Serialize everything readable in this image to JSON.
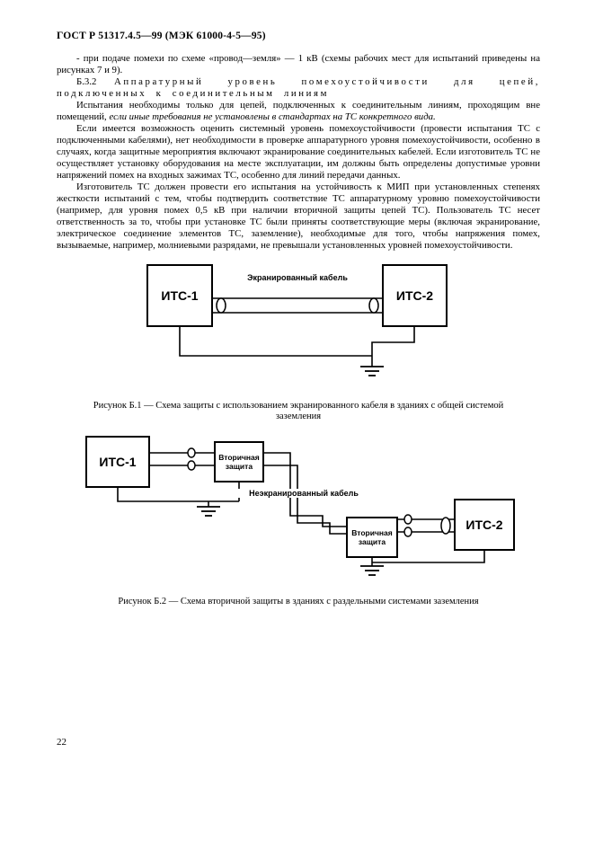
{
  "header": {
    "title": "ГОСТ Р 51317.4.5—99 (МЭК 61000-4-5—95)"
  },
  "body": {
    "para_intro": "- при подаче помехи по схеме «провод—земля» — 1 кВ (схемы рабочих мест для испытаний приведены на рисунках 7 и 9).",
    "heading_num": "Б.3.2",
    "heading_text": "Аппаратурный уровень помехоустойчивости для цепей, подключенных к соединительным линиям",
    "para_lines_normal": "Испытания необходимы только для цепей, подключенных к соединительным линиям, проходящим вне помещений, ",
    "para_lines_italic": "если иные требования не установлены в стандартах на ТС конкретного вида.",
    "para_system": "Если имеется возможность оценить системный уровень помехоустойчивости (провести испытания ТС с подключенными кабелями), нет необходимости в проверке аппаратурного уровня помехоустойчивости, особенно в случаях, когда защитные мероприятия включают экранирование соединительных кабелей. Если изготовитель ТС не осуществляет установку оборудования на месте эксплуатации, им должны быть определены допустимые уровни напряжений помех на входных зажимах ТС, особенно для линий передачи данных.",
    "para_manufacturer": "Изготовитель ТС должен провести его испытания на устойчивость к МИП при установленных степенях жесткости испытаний с тем, чтобы подтвердить соответствие ТС аппаратурному уровню помехоустойчивости (например, для уровня помех 0,5 кВ при наличии вторичной защиты цепей ТС). Пользователь ТС несет ответственность за то, чтобы при установке ТС были приняты соответствующие меры (включая экранирование, электрическое соединение элементов ТС, заземление), необходимые для того, чтобы напряжения помех, вызываемые, например, молниевыми разрядами, не превышали установленных уровней помехоустойчивости."
  },
  "figure1": {
    "device1": "ИТС-1",
    "device2": "ИТС-2",
    "cable_label": "Экранированный кабель",
    "caption": "Рисунок Б.1 — Схема защиты с использованием экранированного кабеля в зданиях с общей системой заземления"
  },
  "figure2": {
    "device1": "ИТС-1",
    "device2": "ИТС-2",
    "protection1": "Вторичная защита",
    "protection2": "Вторичная защита",
    "cable_label": "Неэкранированный кабель",
    "caption": "Рисунок Б.2 — Схема вторичной защиты в зданиях с раздельными системами заземления"
  },
  "footer": {
    "page_number": "22"
  }
}
